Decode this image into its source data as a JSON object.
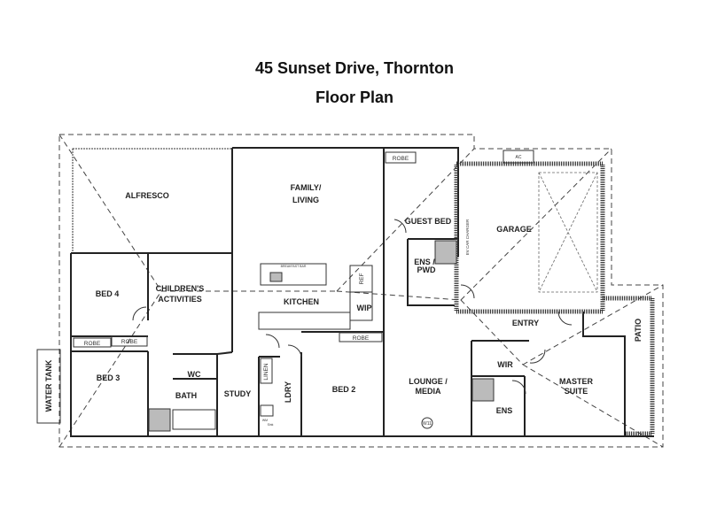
{
  "header": {
    "address": "45 Sunset Drive, Thornton",
    "subtitle": "Floor Plan"
  },
  "rooms": {
    "alfresco": "ALFRESCO",
    "family_1": "FAMILY/",
    "family_2": "LIVING",
    "robe_guest": "ROBE",
    "guest_bed": "GUEST BED",
    "garage": "GARAGE",
    "ev_charger": "EV CAR CHARGER",
    "ac": "AC",
    "ens_pwd_1": "ENS /",
    "ens_pwd_2": "PWD",
    "ref": "REF",
    "wip": "WIP",
    "kitchen": "KITCHEN",
    "breakfast_bar": "BREAKFAST BAR",
    "bed4": "BED 4",
    "children_1": "CHILDREN'S",
    "children_2": "ACTIVITIES",
    "robe_bed4": "ROBE",
    "robe_bed3": "ROBE",
    "bed3": "BED 3",
    "wc": "WC",
    "bath": "BATH",
    "study": "STUDY",
    "linen": "LINEN",
    "ldry": "LDRY",
    "wm": "WM",
    "sink": "Sink",
    "bed2": "BED 2",
    "robe_bed2": "ROBE",
    "lounge_1": "LOUNGE /",
    "lounge_2": "MEDIA",
    "w11": "W11",
    "entry": "ENTRY",
    "wir": "WIR",
    "master_1": "MASTER",
    "master_2": "SUITE",
    "ens": "ENS",
    "patio": "PATIO",
    "water_tank": "WATER TANK"
  }
}
